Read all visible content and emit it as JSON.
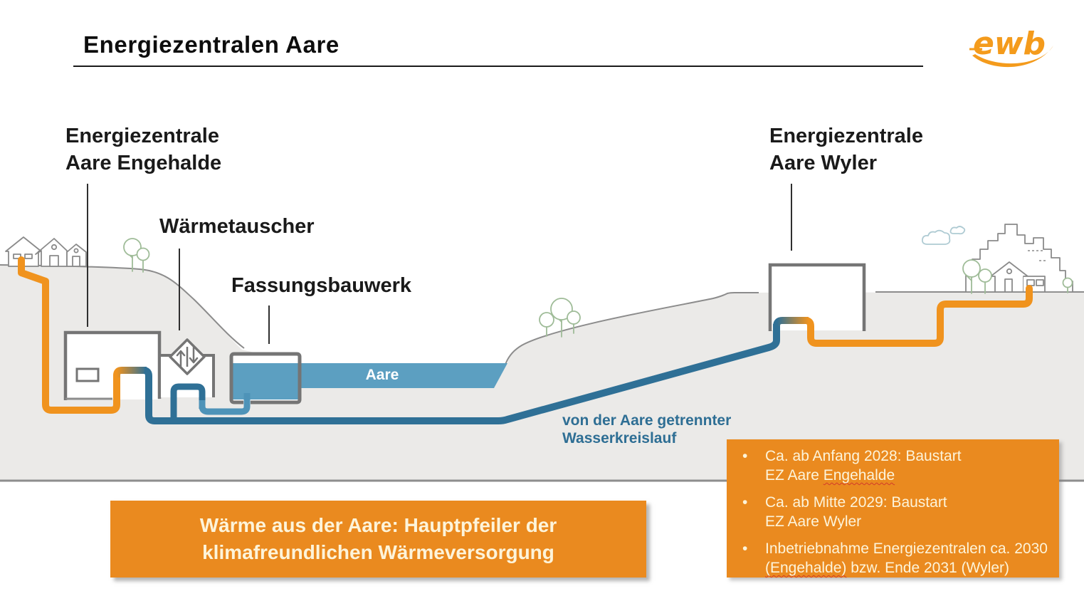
{
  "header": {
    "title": "Energiezentralen Aare",
    "logo_text": "ewb"
  },
  "diagram": {
    "labels": {
      "engehalde_line1": "Energiezentrale",
      "engehalde_line2": "Aare Engehalde",
      "waermetauscher": "Wärmetauscher",
      "fassungsbauwerk": "Fassungsbauwerk",
      "wyler_line1": "Energiezentrale",
      "wyler_line2": "Aare Wyler",
      "river": "Aare",
      "water_loop_line1": "von der Aare getrennter",
      "water_loop_line2": "Wasserkreislauf"
    },
    "icons": {
      "heat_exchanger": "diamond-with-up-down-arrows",
      "houses_left": "house-line-art",
      "city_right": "city-skyline-line-art",
      "trees": "tree-line-art",
      "clouds": "cloud-line-art"
    }
  },
  "callout": {
    "line1": "Wärme aus der Aare: Hauptpfeiler der",
    "line2": "klimafreundlichen Wärmeversorgung"
  },
  "timeline": {
    "items": [
      {
        "line1": "Ca. ab Anfang 2028: Baustart",
        "line2_pre": "EZ Aare ",
        "line2_misspelled": "Engehalde",
        "line2_post": ""
      },
      {
        "line1": "Ca. ab Mitte 2029: Baustart",
        "line2_pre": "EZ Aare Wyler",
        "line2_misspelled": "",
        "line2_post": ""
      },
      {
        "line1": "Inbetriebnahme Energiezentralen ca. 2030",
        "line2_pre": "",
        "line2_misspelled": "(Engehalde)",
        "line2_post": " bzw. Ende 2031 (Wyler)"
      }
    ]
  },
  "colors": {
    "brand_orange": "#ea8a1f",
    "pipe_orange": "#f0931e",
    "pipe_dark_blue": "#2f7096",
    "pipe_light_blue": "#4e93b8",
    "water_blue": "#5c9fc1",
    "terrain_gray": "#ebeae8",
    "outline_gray": "#8c8c8c",
    "text_cream": "#fdf4da"
  }
}
